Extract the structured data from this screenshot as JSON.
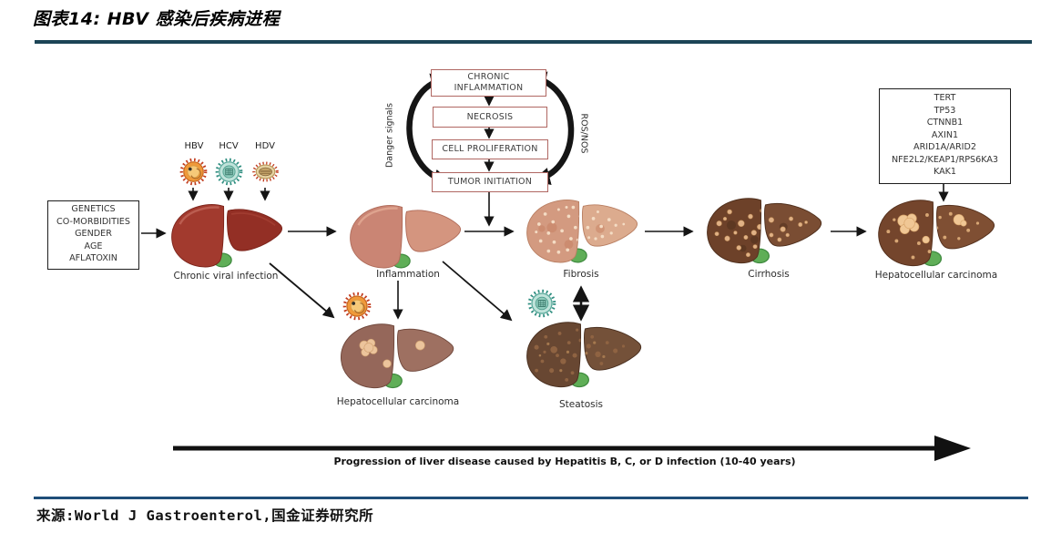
{
  "title": "图表14: HBV 感染后疾病进程",
  "source": "来源:World J Gastroenterol,国金证券研究所",
  "cycle": {
    "items": [
      "CHRONIC INFLAMMATION",
      "NECROSIS",
      "CELL PROLIFERATION",
      "TUMOR INITIATION"
    ],
    "left_label": "Danger signals",
    "right_label": "ROS/NOS"
  },
  "risk_box": {
    "items": [
      "GENETICS",
      "CO-MORBIDITIES",
      "GENDER",
      "AGE",
      "AFLATOXIN"
    ]
  },
  "gene_box": {
    "items": [
      "TERT",
      "TP53",
      "CTNNB1",
      "AXIN1",
      "ARID1A/ARID2",
      "NFE2L2/KEAP1/RPS6KA3",
      "KAK1"
    ]
  },
  "viruses": {
    "items": [
      "HBV",
      "HCV",
      "HDV"
    ]
  },
  "stages": {
    "main": [
      "Chronic viral infection",
      "Inflammation",
      "Fibrosis",
      "Cirrhosis",
      "Hepatocellular carcinoma"
    ],
    "lower": [
      "Hepatocellular carcinoma",
      "Steatosis"
    ]
  },
  "timeline": {
    "caption": "Progression of liver disease caused by Hepatitis B, C, or D infection (10-40 years)"
  },
  "colors": {
    "rule_top": "#1c4456",
    "rule_bottom": "#1f4e79",
    "flow_box_border": "#b06762",
    "arrow": "#151515"
  }
}
